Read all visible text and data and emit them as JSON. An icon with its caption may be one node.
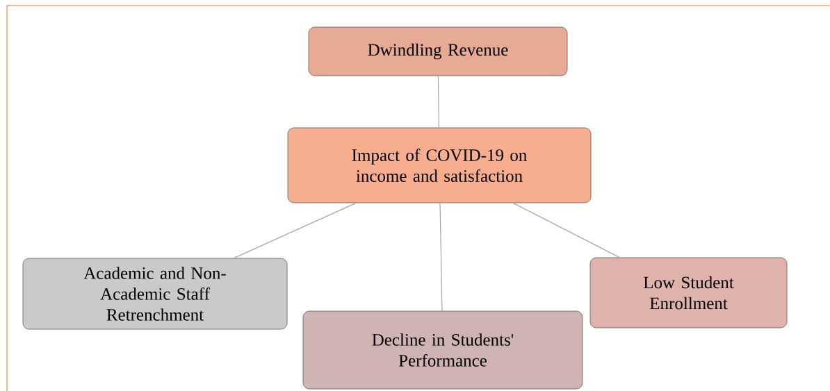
{
  "diagram": {
    "nodes": [
      {
        "text": [
          "Dwindling Revenue"
        ]
      },
      {
        "text": [
          "Impact of COVID-19 on income and satisfaction"
        ]
      },
      {
        "text": [
          "Academic and Non-Academic Staff Retrenchment"
        ]
      },
      {
        "text": [
          "Decline in Students' Performance"
        ]
      },
      {
        "text": [
          "Low Student Enrollment"
        ]
      }
    ],
    "edges": [
      {
        "from": 0,
        "to": 1,
        "arrow": "none"
      },
      {
        "from": 1,
        "to": 2,
        "arrow": "none"
      },
      {
        "from": 1,
        "to": 3,
        "arrow": "none"
      },
      {
        "from": 1,
        "to": 4,
        "arrow": "none"
      }
    ]
  }
}
